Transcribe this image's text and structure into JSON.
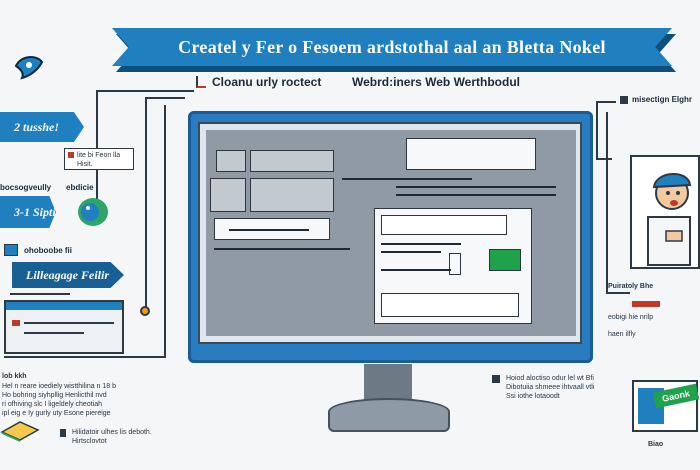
{
  "title": "Createl y Fer o Fesoem ardstothal aal an Bletta Nokel",
  "subtitle_left": "Cloanu urly roctect",
  "subtitle_right": "Webrd:iners Web Werthbodul",
  "top_right_label": "misectign Elghr",
  "left_tag_1": "2 tusshe!",
  "left_tag_2": "3-1 Sipti",
  "left_tag_3": "Lilleagage Feilir",
  "left_label_1": "bocsogveully",
  "left_label_2": "ebdicie",
  "left_label_3": "ohoboobe fii",
  "left_card_text": "lite bi Feon lla Hisit.",
  "bottom_left_heading": "lob kkh",
  "bottom_left_lines": [
    "Hel n reare ioediely wistthilina n 18 b",
    "Ho bohring siyhpllig Henlicthil nvd",
    "ri ofhiving slc I ligeldely cheotiah",
    "ipl eig e Iy gurly uty Esone piereige"
  ],
  "bottom_center_lines": [
    "Hilidatoir ulhes lis deboth.",
    "Hirtsclovtot"
  ],
  "bottom_right_lines": [
    "Hoiod aloctiso odur lel wt Bfi",
    "Dibotuiia shmeee ihtvaall vtli",
    "Ssi iothe lotaoodt"
  ],
  "right_side_lines": [
    "Puiratoly Bhe",
    "eobigi hie nrilp",
    "haen ilfly",
    "Biao"
  ],
  "right_green_label": "Gaonk",
  "colors": {
    "accent": "#1f7fbf",
    "accent_dark": "#0e4f7d",
    "highlight": "#1ea34b",
    "warning": "#c0392b"
  }
}
